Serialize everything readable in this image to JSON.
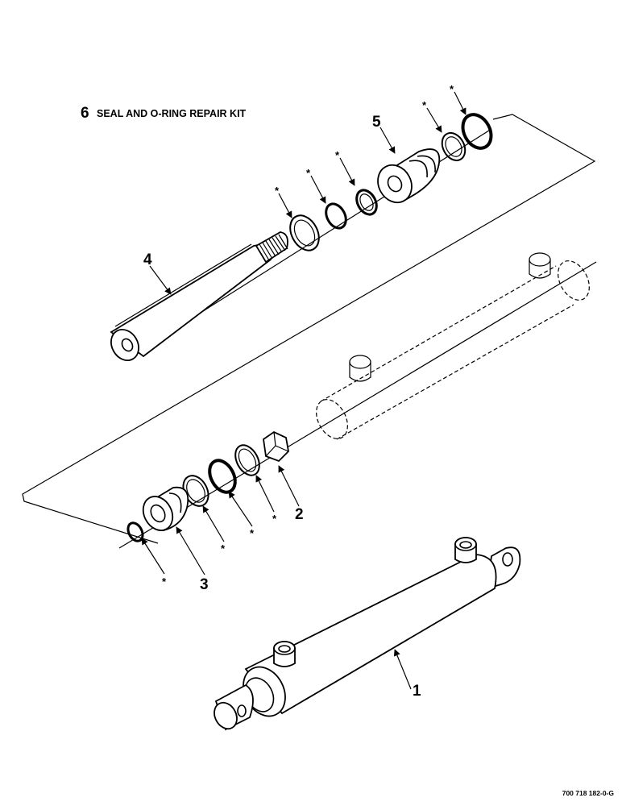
{
  "kit": {
    "number": "6",
    "title": "SEAL AND O-RING REPAIR KIT"
  },
  "labels": {
    "part_1": "1",
    "part_2": "2",
    "part_3": "3",
    "part_4": "4",
    "part_5": "5",
    "asterisk": "*"
  },
  "drawing_number": "700 718 182-0-G"
}
